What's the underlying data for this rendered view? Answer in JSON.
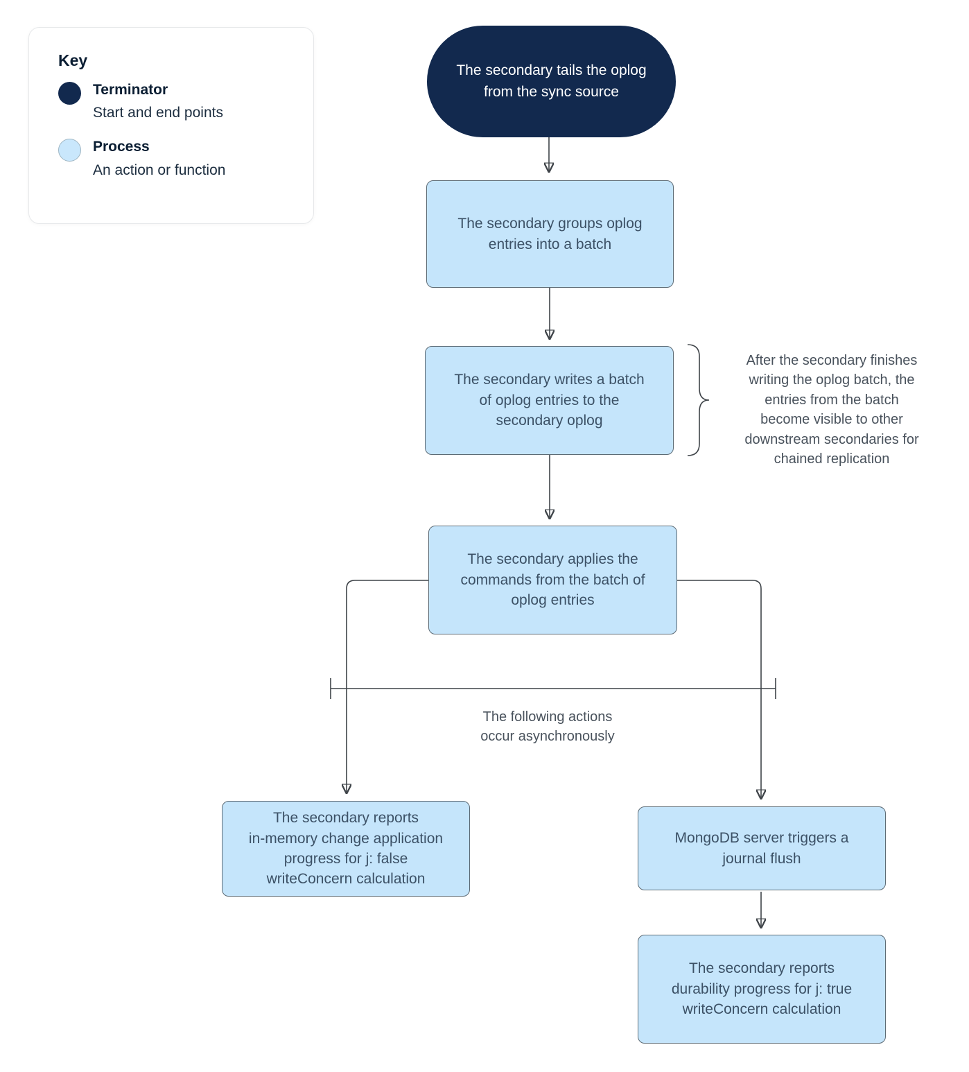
{
  "colors": {
    "terminator_fill": "#12294E",
    "process_fill": "#C5E5FB",
    "process_border": "#5D6B75",
    "process_text": "#3C5166",
    "connector": "#3F4449",
    "annotation_text": "#49525C"
  },
  "key": {
    "title": "Key",
    "items": [
      {
        "swatch": "terminator-swatch",
        "label": "Terminator",
        "description": "Start and end points"
      },
      {
        "swatch": "process-swatch",
        "label": "Process",
        "description": "An action or function"
      }
    ]
  },
  "nodes": {
    "start": [
      "The secondary tails the oplog",
      "from the sync source"
    ],
    "group_batch": [
      "The secondary groups oplog",
      "entries into a batch"
    ],
    "write_batch": [
      "The secondary writes a batch",
      "of oplog entries to the",
      "secondary oplog"
    ],
    "apply_commands": [
      "The secondary applies the",
      "commands from the batch of",
      "oplog entries"
    ],
    "report_memory": [
      "The secondary reports",
      "in-memory change application",
      "progress for j: false",
      "writeConcern calculation"
    ],
    "journal_flush": [
      "MongoDB server triggers a",
      "journal flush"
    ],
    "report_durability": [
      "The secondary reports",
      "durability progress for j: true",
      "writeConcern calculation"
    ]
  },
  "annotations": {
    "oplog_visibility": [
      "After the secondary finishes",
      "writing the oplog batch, the",
      "entries from the batch",
      "become visible to other",
      "downstream secondaries for",
      "chained replication"
    ],
    "async_note": [
      "The following actions",
      "occur asynchronously"
    ]
  }
}
